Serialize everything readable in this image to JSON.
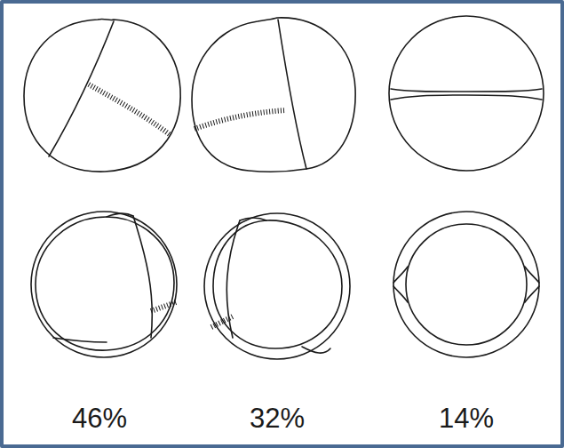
{
  "diagram": {
    "labels": [
      "46%",
      "32%",
      "14%"
    ]
  }
}
